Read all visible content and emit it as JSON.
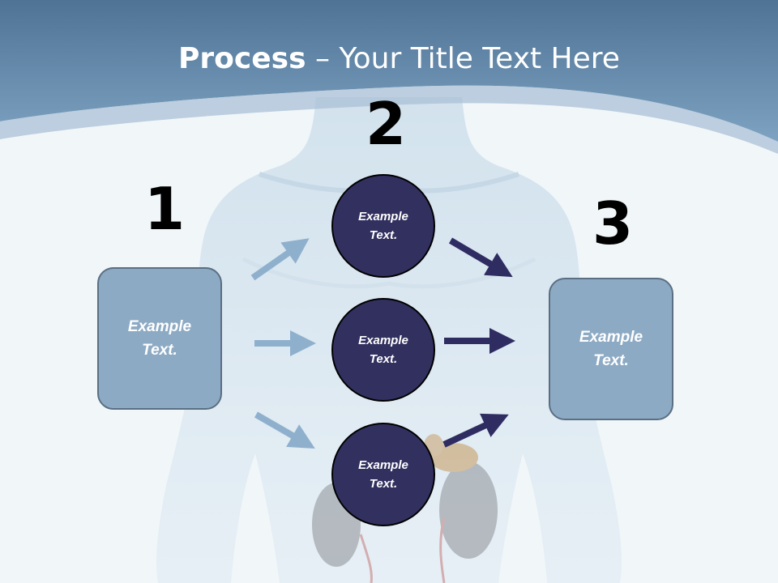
{
  "slide": {
    "title_bold": "Process",
    "title_rest": " – Your Title Text Here"
  },
  "diagram": {
    "step_numbers": [
      "1",
      "2",
      "3"
    ],
    "left_box_text": "Example Text.",
    "right_box_text": "Example Text.",
    "circles": [
      "Example Text.",
      "Example Text.",
      "Example Text."
    ]
  },
  "colors": {
    "header": "#5f87ab",
    "box_fill": "#8daac4",
    "circle_fill": "#32305f",
    "light_arrow": "#8fb0cd",
    "dark_arrow": "#2f2c62"
  }
}
